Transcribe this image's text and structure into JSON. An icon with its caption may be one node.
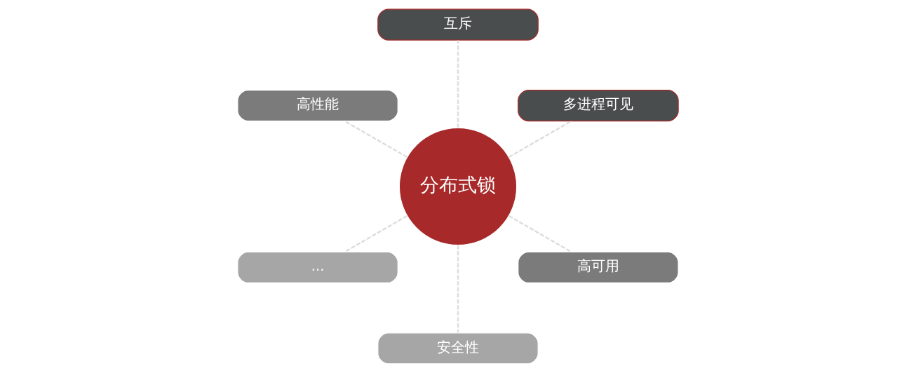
{
  "diagram": {
    "nodes": [
      {
        "text": [
          "分布式锁"
        ]
      },
      {
        "text": [
          "多进程可见"
        ]
      },
      {
        "text": [
          "互斥"
        ]
      },
      {
        "text": [
          "高性能"
        ]
      },
      {
        "text": [
          "..."
        ]
      },
      {
        "text": [
          "安全性"
        ]
      },
      {
        "text": [
          "高可用"
        ]
      }
    ],
    "edges": [
      {
        "from": 0,
        "to": 1,
        "arrow": "none",
        "style": "dashed"
      },
      {
        "from": 0,
        "to": 2,
        "arrow": "none",
        "style": "dashed"
      },
      {
        "from": 0,
        "to": 3,
        "arrow": "none",
        "style": "dashed"
      },
      {
        "from": 0,
        "to": 4,
        "arrow": "none",
        "style": "dashed"
      },
      {
        "from": 0,
        "to": 5,
        "arrow": "none",
        "style": "dashed"
      },
      {
        "from": 0,
        "to": 6,
        "arrow": "none",
        "style": "dashed"
      }
    ]
  }
}
